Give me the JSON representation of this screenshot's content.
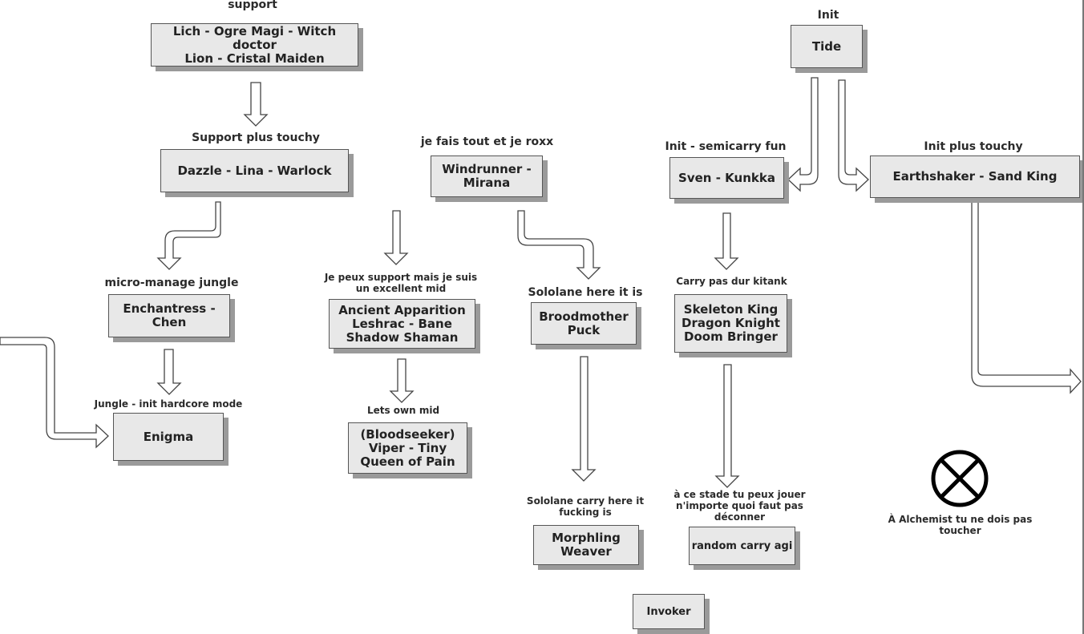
{
  "groups": {
    "support": {
      "label": "support",
      "box": "Lich - Ogre Magi - Witch doctor\nLion - Cristal Maiden"
    },
    "support_touchy": {
      "label": "Support plus touchy",
      "box": "Dazzle - Lina - Warlock"
    },
    "micro_jungle": {
      "label": "micro-manage jungle",
      "box": "Enchantress -\nChen"
    },
    "jungle_init": {
      "label": "Jungle - init hardcore mode",
      "box": "Enigma"
    },
    "roxx": {
      "label": "je fais tout et je roxx",
      "box": "Windrunner -\nMirana"
    },
    "support_mid": {
      "label": "Je peux support mais je suis\nun excellent mid",
      "box": "Ancient Apparition\nLeshrac - Bane\nShadow Shaman"
    },
    "own_mid": {
      "label": "Lets own mid",
      "box": "(Bloodseeker)\nViper - Tiny\nQueen of Pain"
    },
    "sololane": {
      "label": "Sololane here it is",
      "box": "Broodmother\nPuck"
    },
    "sololane_carry": {
      "label": "Sololane carry here it\nfucking is",
      "box": "Morphling\nWeaver"
    },
    "invoker": {
      "box": "Invoker"
    },
    "init_semicarry": {
      "label": "Init - semicarry fun",
      "box": "Sven - Kunkka"
    },
    "carry_kitank": {
      "label": "Carry pas dur kitank",
      "box": "Skeleton King\nDragon Knight\nDoom Bringer"
    },
    "any_carry": {
      "label": "à ce stade tu peux jouer\nn'importe quoi faut pas\ndéconner",
      "box": "random carry agi"
    },
    "init": {
      "label": "Init",
      "box": "Tide"
    },
    "init_touchy": {
      "label": "Init plus touchy",
      "box": "Earthshaker - Sand King"
    },
    "alchemist": {
      "label": "À Alchemist tu ne dois pas\ntoucher"
    }
  },
  "colors": {
    "box_fill": "#e8e8e8",
    "box_border": "#555555",
    "shadow": "#9a9a9a",
    "arrow": "#444444"
  },
  "icons": {
    "forbidden": "circle-x-icon"
  }
}
